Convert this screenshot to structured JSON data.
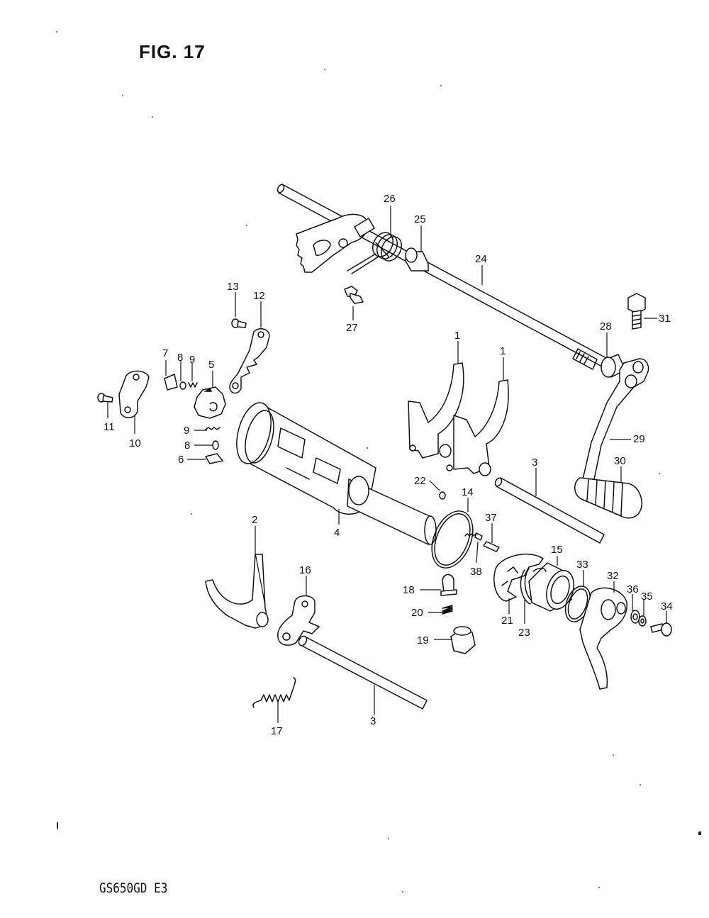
{
  "figure": {
    "title": "FIG. 17",
    "model_code": "GS650GD E3"
  },
  "callouts": [
    {
      "id": "c26",
      "label": "26"
    },
    {
      "id": "c25",
      "label": "25"
    },
    {
      "id": "c24",
      "label": "24"
    },
    {
      "id": "c13",
      "label": "13"
    },
    {
      "id": "c12",
      "label": "12"
    },
    {
      "id": "c27",
      "label": "27"
    },
    {
      "id": "c31",
      "label": "31"
    },
    {
      "id": "c28",
      "label": "28"
    },
    {
      "id": "c1a",
      "label": "1"
    },
    {
      "id": "c1b",
      "label": "1"
    },
    {
      "id": "c7",
      "label": "7"
    },
    {
      "id": "c8a",
      "label": "8"
    },
    {
      "id": "c9a",
      "label": "9"
    },
    {
      "id": "c5",
      "label": "5"
    },
    {
      "id": "c11",
      "label": "11"
    },
    {
      "id": "c10",
      "label": "10"
    },
    {
      "id": "c9b",
      "label": "9"
    },
    {
      "id": "c8b",
      "label": "8"
    },
    {
      "id": "c6",
      "label": "6"
    },
    {
      "id": "c29",
      "label": "29"
    },
    {
      "id": "c30",
      "label": "30"
    },
    {
      "id": "c3a",
      "label": "3"
    },
    {
      "id": "c22",
      "label": "22"
    },
    {
      "id": "c14",
      "label": "14"
    },
    {
      "id": "c4",
      "label": "4"
    },
    {
      "id": "c2",
      "label": "2"
    },
    {
      "id": "c37",
      "label": "37"
    },
    {
      "id": "c15",
      "label": "15"
    },
    {
      "id": "c33",
      "label": "33"
    },
    {
      "id": "c16",
      "label": "16"
    },
    {
      "id": "c38",
      "label": "38"
    },
    {
      "id": "c18",
      "label": "18"
    },
    {
      "id": "c32",
      "label": "32"
    },
    {
      "id": "c36",
      "label": "36"
    },
    {
      "id": "c35",
      "label": "35"
    },
    {
      "id": "c34",
      "label": "34"
    },
    {
      "id": "c20",
      "label": "20"
    },
    {
      "id": "c21",
      "label": "21"
    },
    {
      "id": "c23",
      "label": "23"
    },
    {
      "id": "c19",
      "label": "19"
    },
    {
      "id": "c3b",
      "label": "3"
    },
    {
      "id": "c17",
      "label": "17"
    }
  ]
}
